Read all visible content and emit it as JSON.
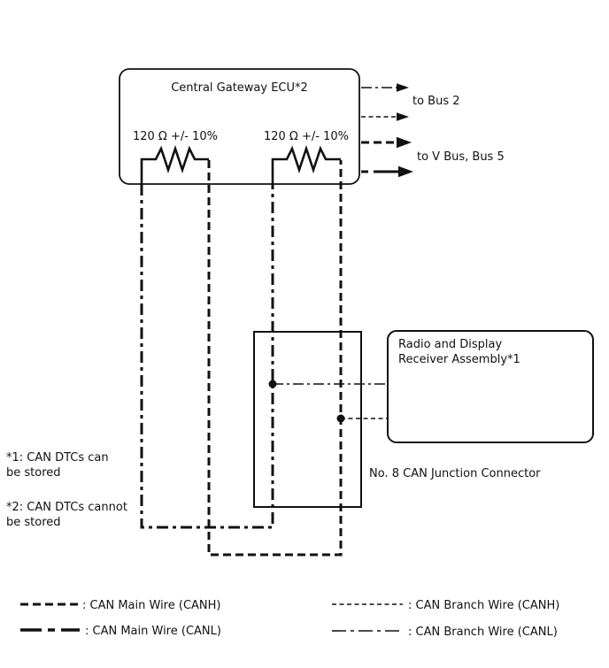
{
  "ecu": {
    "title": "Central Gateway ECU*2"
  },
  "resistors": {
    "left_label": "120 Ω +/- 10%",
    "right_label": "120 Ω +/- 10%"
  },
  "buses": {
    "bus2": "to Bus 2",
    "vbus5": "to V Bus, Bus 5"
  },
  "radio": {
    "line1": "Radio and Display",
    "line2": "Receiver Assembly*1"
  },
  "junction": {
    "label": "No. 8 CAN Junction Connector"
  },
  "notes": {
    "n1_line1": "*1: CAN DTCs can",
    "n1_line2": "be stored",
    "n2_line1": "*2: CAN DTCs cannot",
    "n2_line2": "be stored"
  },
  "legend": {
    "main_canh": ": CAN Main Wire (CANH)",
    "main_canl": ": CAN Main Wire (CANL)",
    "branch_canh": ": CAN Branch Wire (CANH)",
    "branch_canl": ": CAN Branch Wire (CANL)"
  },
  "colors": {
    "line": "#111111",
    "background": "#ffffff"
  }
}
